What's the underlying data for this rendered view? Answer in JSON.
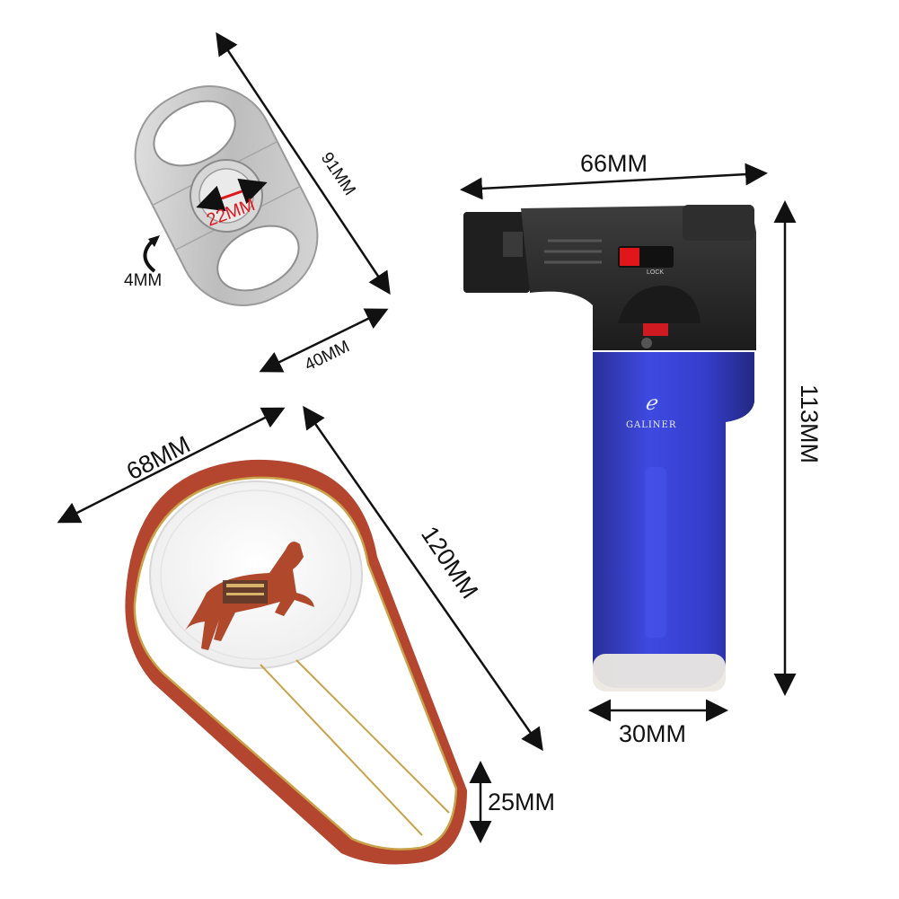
{
  "cutter": {
    "length": "91MM",
    "width": "40MM",
    "ring_gauge": "22MM",
    "thickness": "4MM"
  },
  "lighter": {
    "width": "66MM",
    "height": "113MM",
    "base": "30MM",
    "brand": "GALINER",
    "lock_label": "LOCK"
  },
  "ashtray": {
    "width": "68MM",
    "length": "120MM",
    "height": "25MM"
  },
  "colors": {
    "lighter_body": "#2a33c8",
    "lighter_head": "#2b2b2b",
    "cutter_steel": "#c9c9c9",
    "accent_red": "#e0161b",
    "ashtray_gold": "#c9a24a"
  }
}
